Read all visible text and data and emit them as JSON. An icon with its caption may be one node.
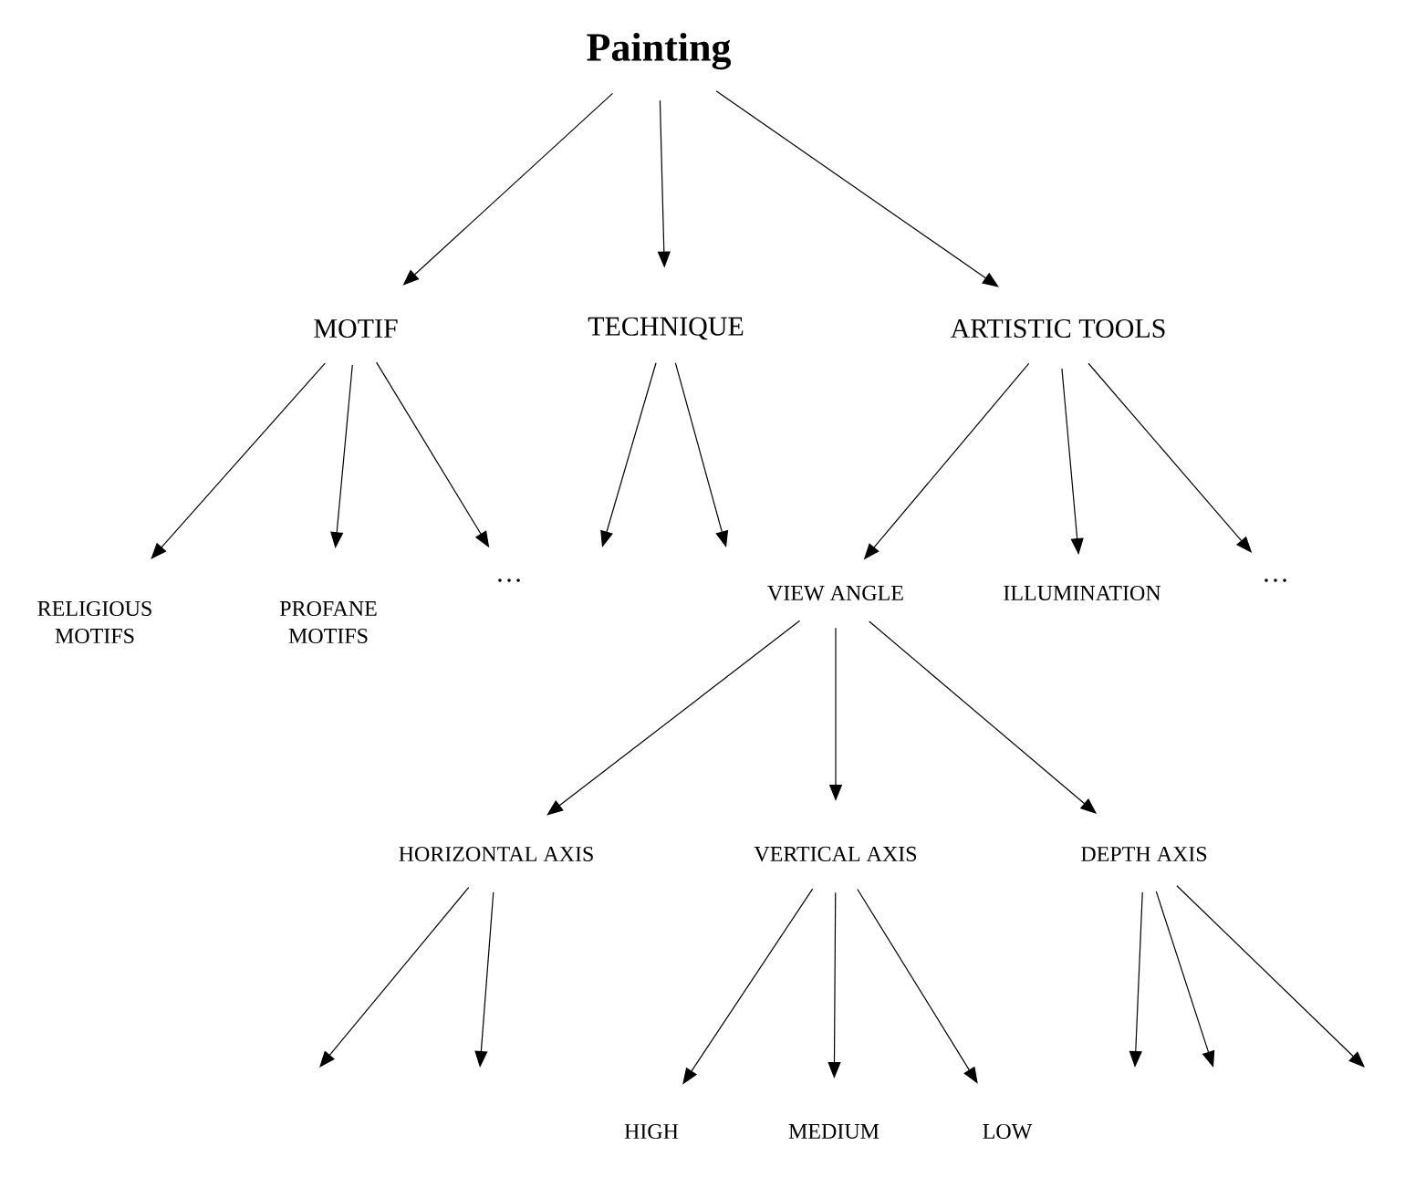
{
  "diagram": {
    "nodes": [
      {
        "text": [
          "Painting"
        ]
      },
      {
        "text": [
          "MOTIF"
        ]
      },
      {
        "text": [
          "TECHNIQUE"
        ]
      },
      {
        "text": [
          "ARTISTIC TOOLS"
        ]
      },
      {
        "text": [
          "RELIGIOUS MOTIFS"
        ]
      },
      {
        "text": [
          "PROFANE MOTIFS"
        ]
      },
      {
        "text": [
          "…"
        ]
      },
      {
        "text": [
          "VIEW ANGLE"
        ]
      },
      {
        "text": [
          "ILLUMINATION"
        ]
      },
      {
        "text": [
          "…"
        ]
      },
      {
        "text": [
          "HORIZONTAL AXIS"
        ]
      },
      {
        "text": [
          "VERTICAL AXIS"
        ]
      },
      {
        "text": [
          "DEPTH AXIS"
        ]
      },
      {
        "text": [
          "HIGH"
        ]
      },
      {
        "text": [
          "MEDIUM"
        ]
      },
      {
        "text": [
          "LOW"
        ]
      }
    ],
    "edges": [
      {
        "from": 0,
        "to": 1,
        "arrow": "to"
      },
      {
        "from": 0,
        "to": 2,
        "arrow": "to"
      },
      {
        "from": 0,
        "to": 3,
        "arrow": "to"
      },
      {
        "from": 1,
        "to": 4,
        "arrow": "to"
      },
      {
        "from": 1,
        "to": 5,
        "arrow": "to"
      },
      {
        "from": 1,
        "to": 6,
        "arrow": "to"
      },
      {
        "from": 2,
        "to": null,
        "arrow": "to"
      },
      {
        "from": 2,
        "to": null,
        "arrow": "to"
      },
      {
        "from": 3,
        "to": 7,
        "arrow": "to"
      },
      {
        "from": 3,
        "to": 8,
        "arrow": "to"
      },
      {
        "from": 3,
        "to": 9,
        "arrow": "to"
      },
      {
        "from": 7,
        "to": 10,
        "arrow": "to"
      },
      {
        "from": 7,
        "to": 11,
        "arrow": "to"
      },
      {
        "from": 7,
        "to": 12,
        "arrow": "to"
      },
      {
        "from": 10,
        "to": null,
        "arrow": "to"
      },
      {
        "from": 10,
        "to": null,
        "arrow": "to"
      },
      {
        "from": 11,
        "to": 13,
        "arrow": "to"
      },
      {
        "from": 11,
        "to": 14,
        "arrow": "to"
      },
      {
        "from": 11,
        "to": 15,
        "arrow": "to"
      },
      {
        "from": 12,
        "to": null,
        "arrow": "to"
      },
      {
        "from": 12,
        "to": null,
        "arrow": "to"
      },
      {
        "from": 12,
        "to": null,
        "arrow": "to"
      }
    ]
  }
}
